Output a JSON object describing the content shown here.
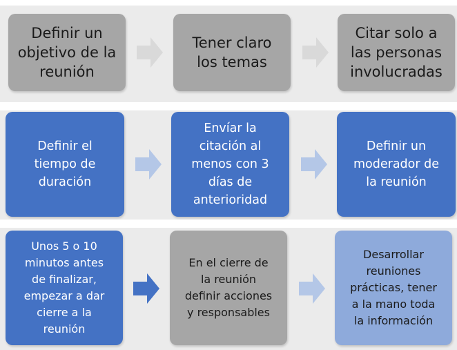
{
  "colors": {
    "band": "#ebebeb",
    "gray_box": "#a6a6a6",
    "blue_box": "#4472c4",
    "light_blue_box": "#8eaadb",
    "gray_arrow": "#d9d9d9",
    "light_blue_arrow": "#b4c7e7",
    "pale_blue_arrow": "#b4c7e7",
    "dark_blue_arrow": "#4472c4",
    "dark_text": "#1a1a1a",
    "light_text": "#ffffff"
  },
  "rows": [
    {
      "steps": [
        "Definir un\nobjetivo de la\nreunión",
        "Tener claro\nlos temas",
        "Citar solo a\nlas personas\ninvolucradas"
      ]
    },
    {
      "steps": [
        "Definir el\ntiempo de\nduración",
        "Envíar la\ncitación al\nmenos con 3\ndías de\nanterioridad",
        "Definir un\nmoderador de\nla reunión"
      ]
    },
    {
      "steps": [
        "Unos 5 o 10\nminutos antes\nde finalizar,\nempezar a dar\ncierre a la\nreunión",
        "En el cierre de\nla reunión\ndefinir acciones\ny responsables",
        "Desarrollar\nreuniones\nprácticas, tener\na la mano toda\nla información"
      ]
    }
  ]
}
